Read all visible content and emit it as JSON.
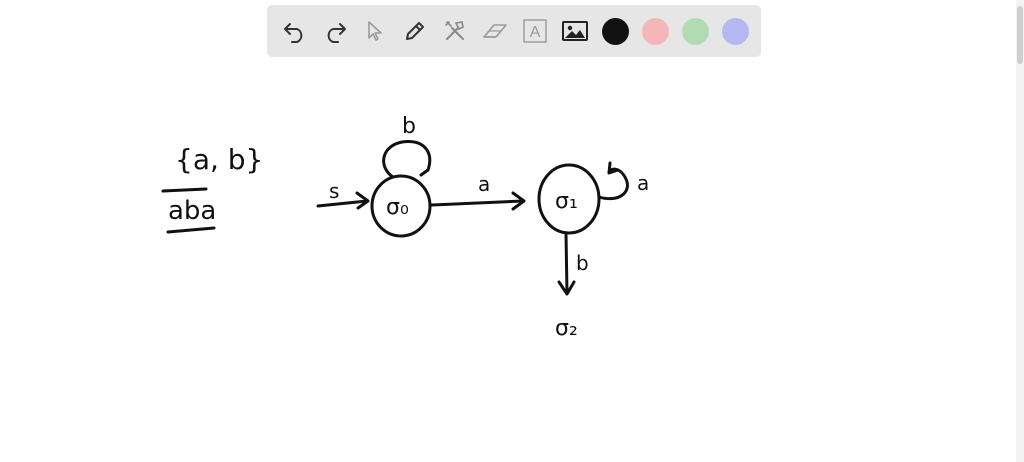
{
  "toolbar": {
    "tools": [
      {
        "name": "undo-icon"
      },
      {
        "name": "redo-icon"
      },
      {
        "name": "select-pointer-icon"
      },
      {
        "name": "pen-icon"
      },
      {
        "name": "tools-icon"
      },
      {
        "name": "eraser-icon"
      },
      {
        "name": "text-icon",
        "glyph": "A"
      },
      {
        "name": "image-icon"
      }
    ],
    "colors": [
      "#111111",
      "#f4b6b6",
      "#b3dbb3",
      "#b5b8f2"
    ],
    "selected_color": "#111111"
  },
  "whiteboard": {
    "alphabet": "{a, b}",
    "input_word": "aba",
    "states": {
      "q0": "σ₀",
      "q1": "σ₁",
      "q2": "σ₂"
    },
    "labels": {
      "start": "s",
      "q0_loop": "b",
      "q0_to_q1": "a",
      "q1_loop": "a",
      "q1_to_q2": "b"
    }
  }
}
